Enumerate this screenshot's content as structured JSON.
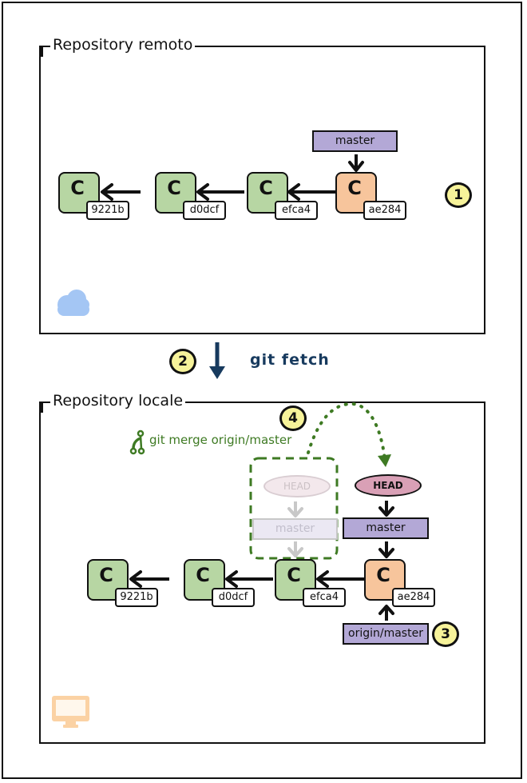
{
  "remote": {
    "title": "Repository remoto",
    "icon": "cloud-icon",
    "commits": [
      {
        "letter": "C",
        "hash": "9221b",
        "color": "green"
      },
      {
        "letter": "C",
        "hash": "d0dcf",
        "color": "green"
      },
      {
        "letter": "C",
        "hash": "efca4",
        "color": "green"
      },
      {
        "letter": "C",
        "hash": "ae284",
        "color": "orange"
      }
    ],
    "branch": "master",
    "step_badge": "1"
  },
  "fetch": {
    "step_badge": "2",
    "command": "git fetch",
    "color": "#173a5e"
  },
  "local": {
    "title": "Repository locale",
    "icon": "monitor-icon",
    "commits": [
      {
        "letter": "C",
        "hash": "9221b",
        "color": "green"
      },
      {
        "letter": "C",
        "hash": "d0dcf",
        "color": "green"
      },
      {
        "letter": "C",
        "hash": "efca4",
        "color": "green"
      },
      {
        "letter": "C",
        "hash": "ae284",
        "color": "orange"
      }
    ],
    "merge": {
      "step_badge": "4",
      "command": "git merge origin/master",
      "color": "#3e7a23"
    },
    "old_head": "HEAD",
    "old_branch": "master",
    "head": "HEAD",
    "branch": "master",
    "remote_branch": "origin/master",
    "remote_branch_badge": "3"
  },
  "colors": {
    "commit_green": "#b7d6a3",
    "commit_orange": "#f7c59c",
    "branch": "#b3a8d6",
    "head": "#d9a0b6",
    "badge": "#f7f39a",
    "cloud": "#a4c6f4",
    "monitor": "#fbd2a4"
  }
}
